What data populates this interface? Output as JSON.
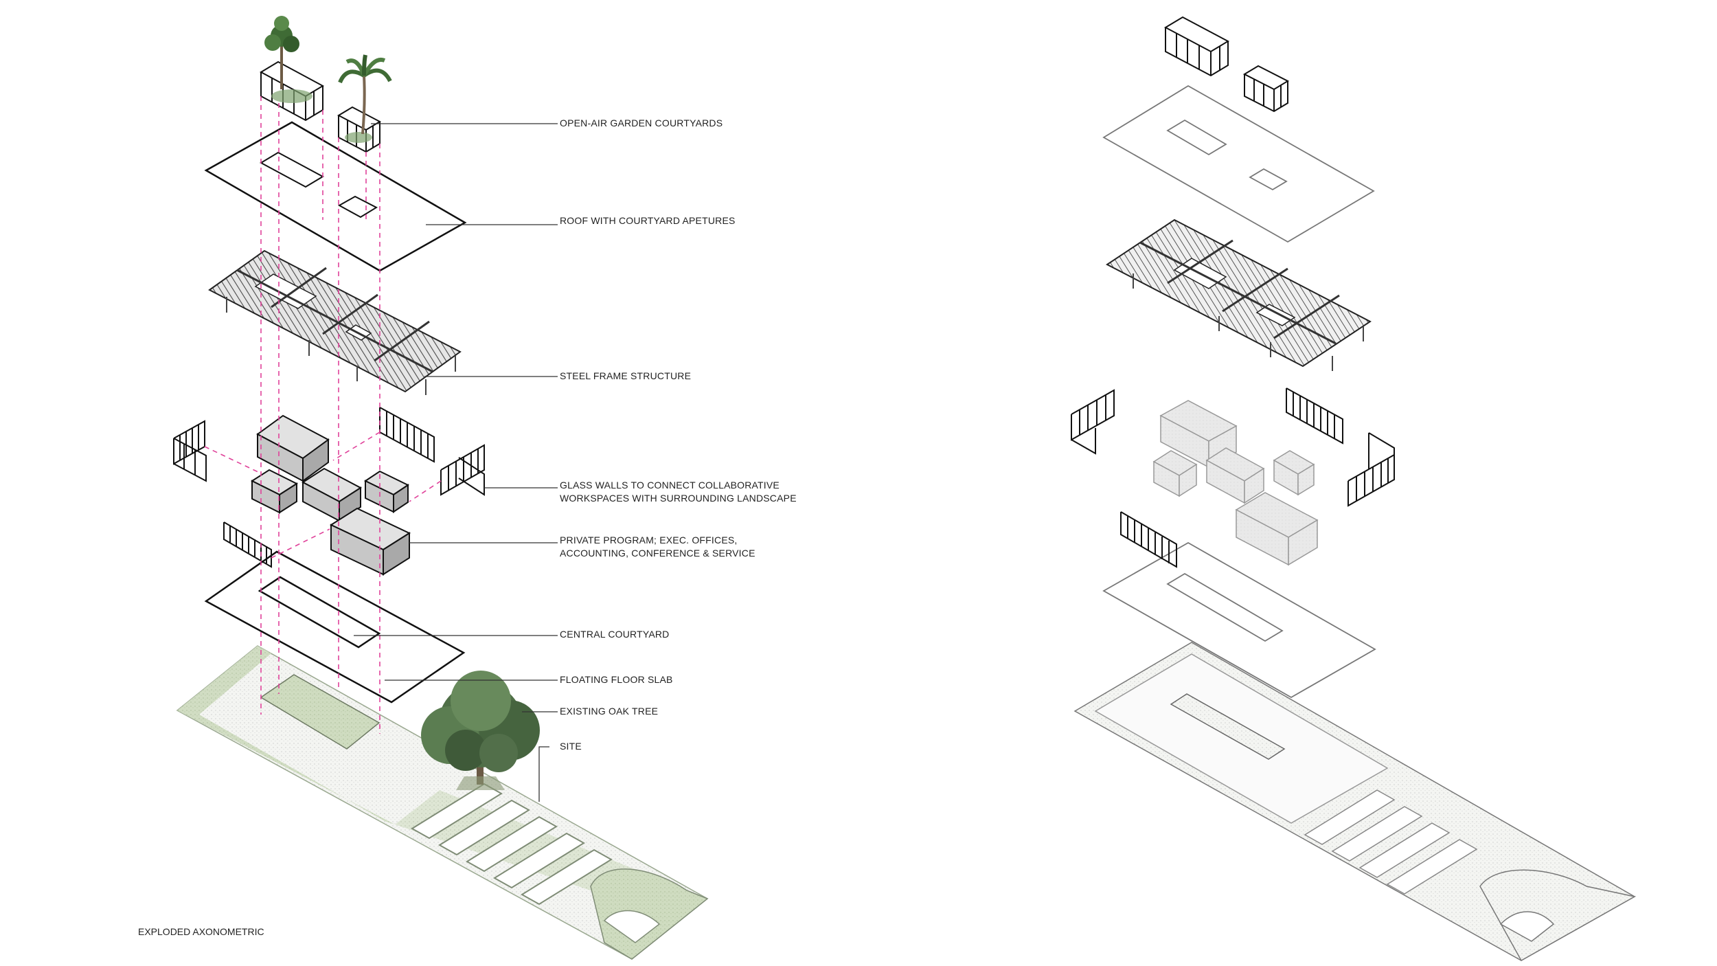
{
  "labels": {
    "garden": "OPEN-AIR GARDEN COURTYARDS",
    "roof": "ROOF WITH COURTYARD APETURES",
    "steel": "STEEL FRAME STRUCTURE",
    "glass_line1": "GLASS WALLS TO CONNECT COLLABORATIVE",
    "glass_line2": "WORKSPACES WITH SURROUNDING LANDSCAPE",
    "private_line1": "PRIVATE PROGRAM; EXEC. OFFICES,",
    "private_line2": "ACCOUNTING, CONFERENCE & SERVICE",
    "central": "CENTRAL COURTYARD",
    "slab": "FLOATING FLOOR SLAB",
    "oak": "EXISTING OAK TREE",
    "site": "SITE"
  },
  "caption": "EXPLODED AXONOMETRIC",
  "colors": {
    "line": "#1a1a1a",
    "dash": "#e0429a",
    "box_fill": "#cfcfcf",
    "site_green": "#c9d6b8",
    "site_paving": "#f3f4f0",
    "light_line": "#9a9a9a",
    "tree": "#4d6b45"
  }
}
